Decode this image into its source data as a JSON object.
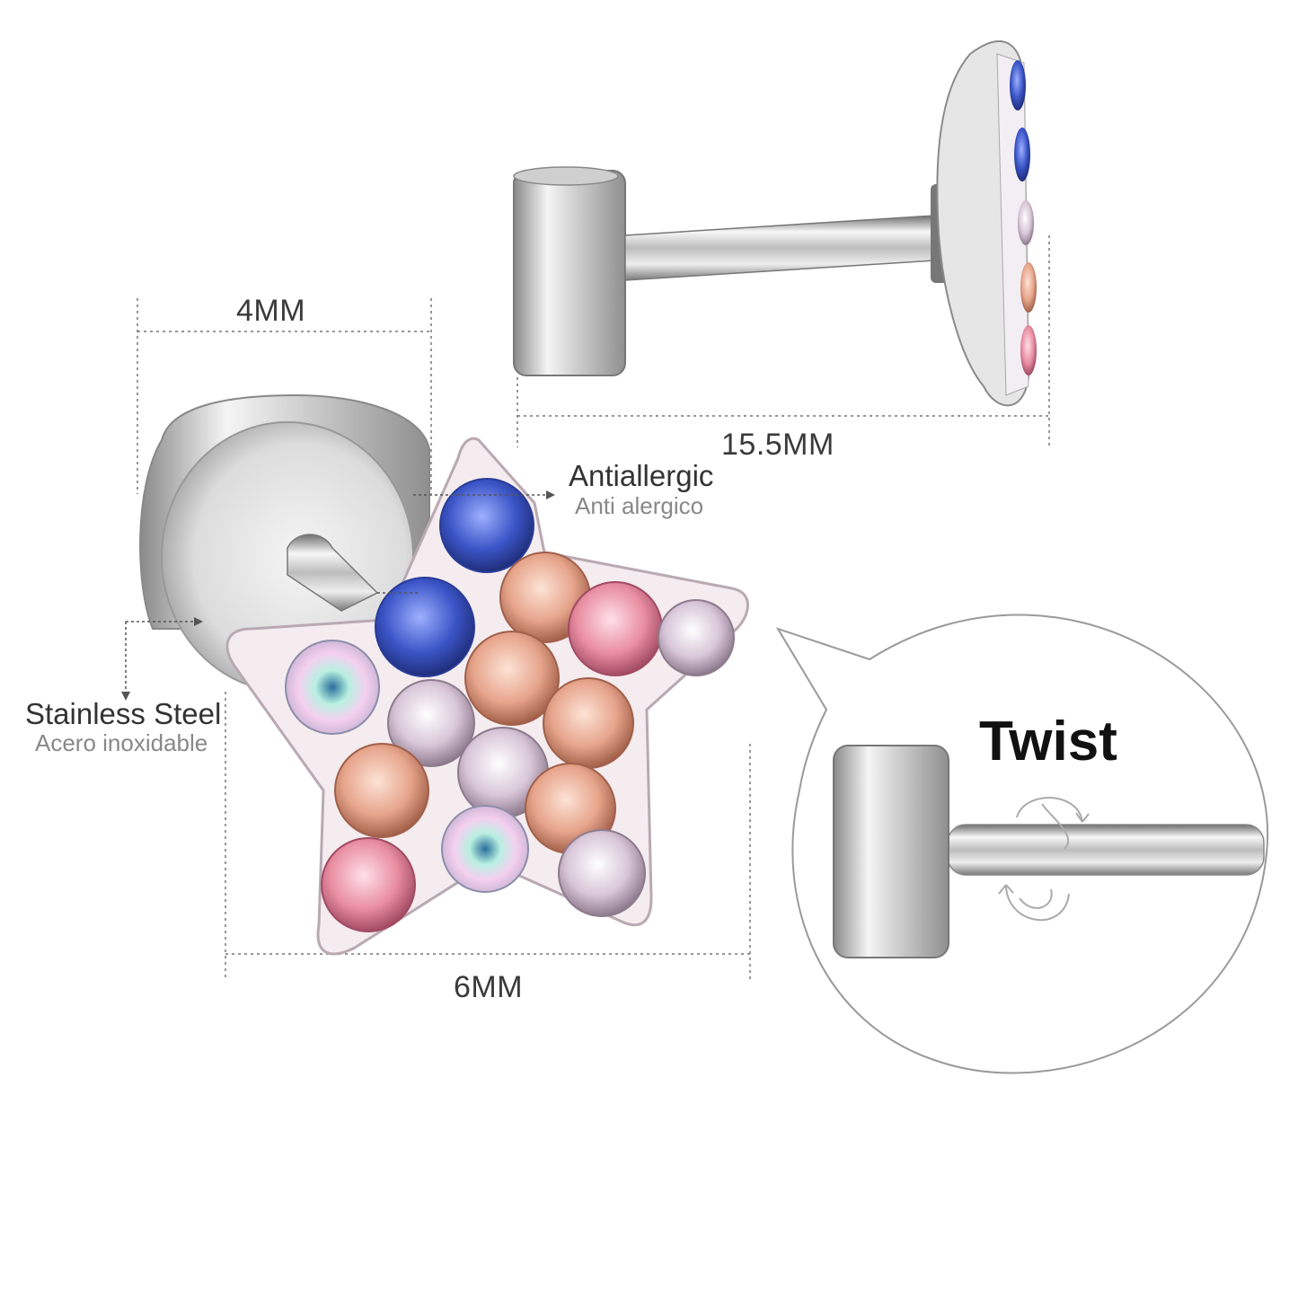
{
  "labels": {
    "width_top": "4MM",
    "length": "15.5MM",
    "width_bottom": "6MM",
    "antiallergic_en": "Antiallergic",
    "antiallergic_es": "Anti alergico",
    "steel_en": "Stainless Steel",
    "steel_es": "Acero inoxidable",
    "twist": "Twist"
  },
  "colors": {
    "metal_light": "#f2f2f2",
    "metal_dark": "#8a8a8a",
    "enamel": "#f4ecef",
    "crystal_blue": "#3b55c7",
    "crystal_peach": "#e7a58c",
    "crystal_pink": "#e98ea3",
    "crystal_lavender": "#d8c6d8"
  }
}
